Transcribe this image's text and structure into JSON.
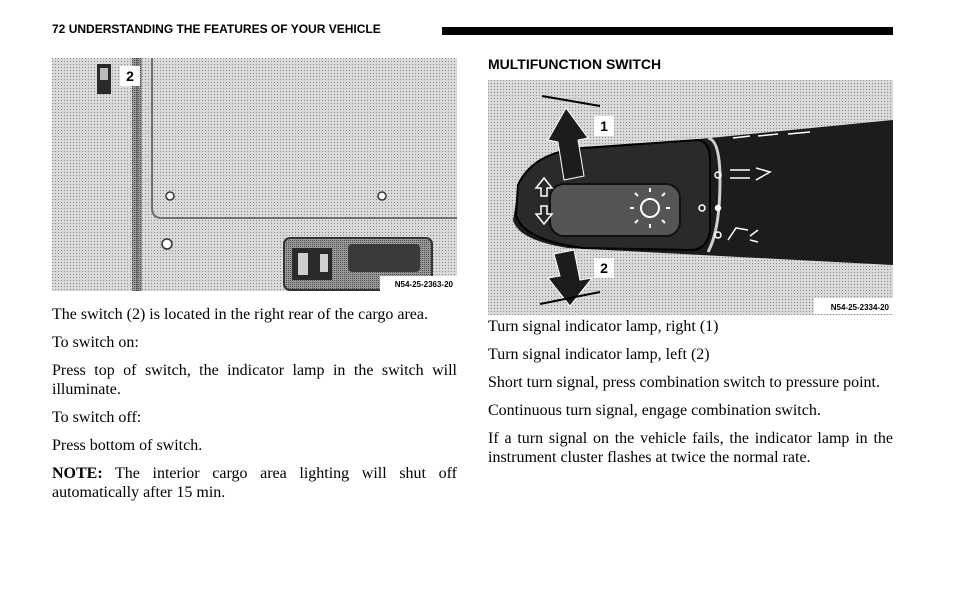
{
  "header": {
    "page_number": "72",
    "title": "UNDERSTANDING THE FEATURES OF YOUR VEHICLE"
  },
  "figure_left": {
    "callout": "2",
    "code": "N54-25-2363-20"
  },
  "left_column": {
    "p1": "The switch (2) is located in the right rear of the cargo area.",
    "p2": "To switch on:",
    "p3": "Press top of switch, the indicator lamp in the switch will illuminate.",
    "p4": "To switch off:",
    "p5": "Press bottom of switch.",
    "note_label": "NOTE:",
    "note_text": " The interior cargo area lighting will shut off automatically after 15 min."
  },
  "section": {
    "title": "MULTIFUNCTION SWITCH"
  },
  "figure_right": {
    "callout_1": "1",
    "callout_2": "2",
    "code": "N54-25-2334-20"
  },
  "right_column": {
    "p1": "Turn signal indicator lamp, right (1)",
    "p2": "Turn signal indicator lamp, left (2)",
    "p3": "Short turn signal, press combination switch to pressure point.",
    "p4": "Continuous turn signal, engage combination switch.",
    "p5": "If a turn signal on the vehicle fails, the indicator lamp in the instrument cluster flashes at twice the normal rate."
  }
}
